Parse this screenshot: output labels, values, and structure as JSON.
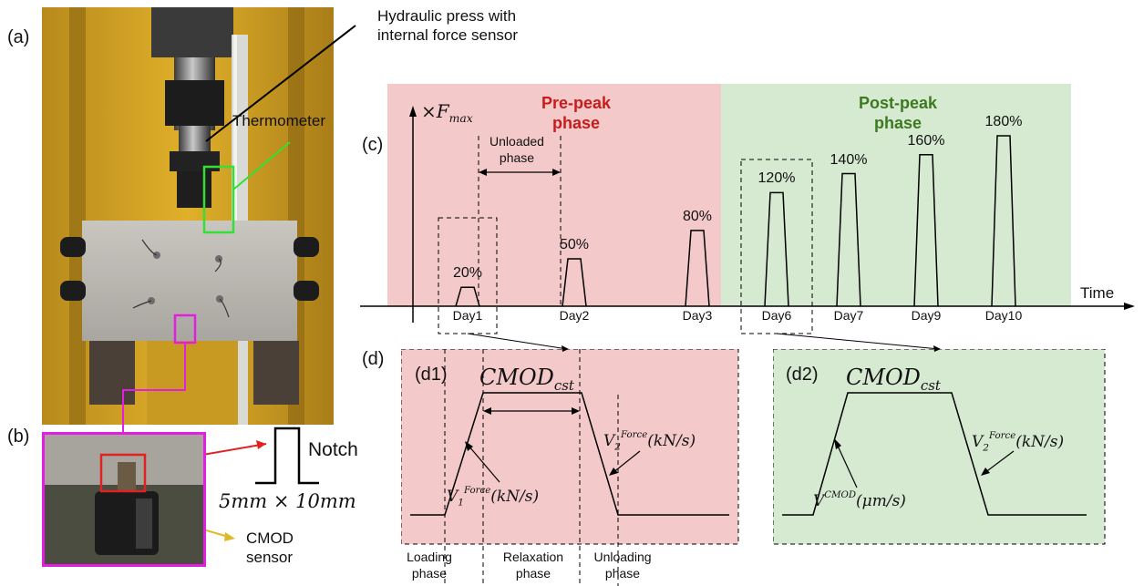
{
  "panel_labels": {
    "a": "(a)",
    "b": "(b)",
    "c": "(c)",
    "d": "(d)",
    "d1": "(d1)",
    "d2": "(d2)"
  },
  "callouts": {
    "press": "Hydraulic press with internal force sensor",
    "thermometer": "Thermometer",
    "notch": "Notch",
    "notch_dims": "5mm × 10mm",
    "cmod_sensor": "CMOD sensor"
  },
  "timeline": {
    "y_label": "×F_max",
    "x_label": "Time",
    "prepeak": "Pre-peak phase",
    "postpeak": "Post-peak phase",
    "unloaded": "Unloaded phase",
    "colors": {
      "prepeak": "#f4c9c9",
      "postpeak": "#d6e9d1",
      "prepeak_text": "#c81c1c",
      "postpeak_text": "#3b7a21"
    },
    "loads": [
      {
        "day": "Day1",
        "pct": "20%",
        "level": 0.2
      },
      {
        "day": "Day2",
        "pct": "50%",
        "level": 0.5
      },
      {
        "day": "Day3",
        "pct": "80%",
        "level": 0.8
      },
      {
        "day": "Day6",
        "pct": "120%",
        "level": 1.2
      },
      {
        "day": "Day7",
        "pct": "140%",
        "level": 1.4
      },
      {
        "day": "Day9",
        "pct": "160%",
        "level": 1.6
      },
      {
        "day": "Day10",
        "pct": "180%",
        "level": 1.8
      }
    ]
  },
  "d1": {
    "top": "CMOD_cst",
    "v1": "V_1^Force(kN/s)",
    "v2": "V_2^Force(kN/s)",
    "loading": "Loading phase",
    "relaxation": "Relaxation phase",
    "unloading": "Unloading phase"
  },
  "d2": {
    "top": "CMOD_cst",
    "v1": "V^CMOD(μm/s)",
    "v2": "V_2^Force(kN/s)"
  }
}
